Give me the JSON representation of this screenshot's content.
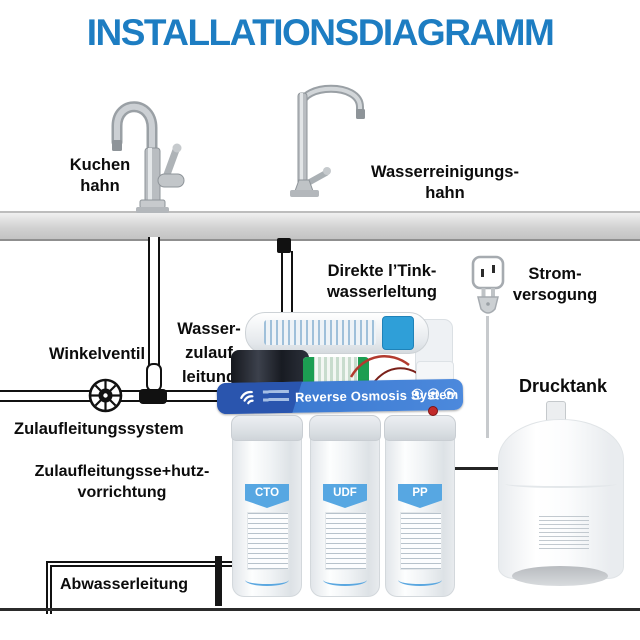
{
  "title": "INSTALLATIONSDIAGRAMM",
  "labels": {
    "kitchen": {
      "l1": "Kuchen",
      "l2": "hahn"
    },
    "pure_faucet": {
      "l1": "Wasserreinigungs-",
      "l2": "hahn"
    },
    "drinking": {
      "l1": "Direkte l’Tink-",
      "l2": "wasserleltung"
    },
    "power": {
      "l1": "Strom-",
      "l2": "versogung"
    },
    "angle_valve": "Winkelventil",
    "supply": {
      "l1": "Wasser-",
      "l2": "zulauf",
      "l3": "leitung"
    },
    "supply_system": "Zulaufleitungssystem",
    "protection": {
      "l1": "Zulaufleitungsse+hutz-",
      "l2": "vorrichtung"
    },
    "tank": "Drucktank",
    "waste": "Abwasserleitung"
  },
  "ro": {
    "banner": "Reverse Osmosis System",
    "filter1": "CTO",
    "filter2": "UDF",
    "filter3": "PP"
  },
  "icons": {
    "brand_logo": "swoosh-icon",
    "power": "outlet-and-plug-icon",
    "valve": "handwheel-valve-icon"
  },
  "colors": {
    "title_blue": "#1d7dc2",
    "banner_blue": "#3d7bd2",
    "banner_dark_blue": "#2a55ae",
    "ribbon_blue": "#57a7e2",
    "membrane_tag_blue": "#2f9fd8",
    "line_black": "#111111",
    "countertop_gray": "#d2d2d2",
    "cable_gray": "#c7cacd",
    "button_red": "#c22a2a",
    "pump_black": "#15171d",
    "filter_green": "#1c9e52"
  }
}
